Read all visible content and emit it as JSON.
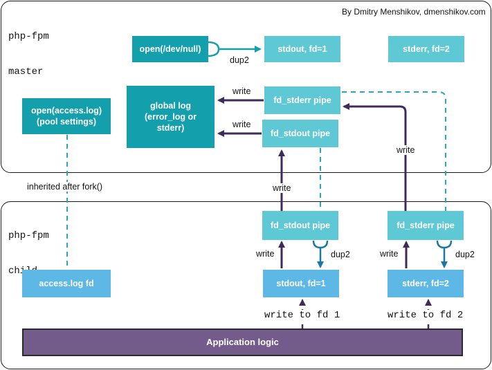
{
  "credit": "By Dmitry Menshikov, dmenshikov.com",
  "master": {
    "title_line1": "php-fpm",
    "title_line2": "master"
  },
  "child": {
    "title_line1": "php-fpm",
    "title_line2": "child"
  },
  "boxes": {
    "open_dev_null": "open(/dev/null)",
    "master_stdout": "stdout, fd=1",
    "master_stderr": "stderr, fd=2",
    "global_log": "global log\n(error_log or\nstderr)",
    "master_fd_stderr_pipe": "fd_stderr pipe",
    "master_fd_stdout_pipe": "fd_stdout pipe",
    "open_access_log": "open(access.log)\n(pool settings)",
    "child_fd_stdout_pipe": "fd_stdout pipe",
    "child_fd_stderr_pipe": "fd_stderr pipe",
    "access_log_fd": "access.log fd",
    "child_stdout": "stdout, fd=1",
    "child_stderr": "stderr, fd=2",
    "application_logic": "Application logic"
  },
  "labels": {
    "dup2_master": "dup2",
    "write_stderr_to_global": "write",
    "write_stdout_to_global": "write",
    "inherited": "inherited after fork()",
    "write_child_stdout_pipe_up": "write",
    "write_child_stderr_pipe_up": "write",
    "write_stdout_to_pipe": "write",
    "dup2_stdout": "dup2",
    "write_stderr_to_pipe": "write",
    "dup2_stderr": "dup2",
    "write_to_fd1": "write to fd 1",
    "write_to_fd2": "write to fd 2"
  },
  "colors": {
    "teal": "#139fac",
    "cyan": "#5ec9d4",
    "blue": "#5db8e6",
    "purple": "#735c8c",
    "arrow_dark": "#3f2a5c",
    "dup2_arrow": "#1a78a6",
    "dashed": "#29a8b8"
  }
}
